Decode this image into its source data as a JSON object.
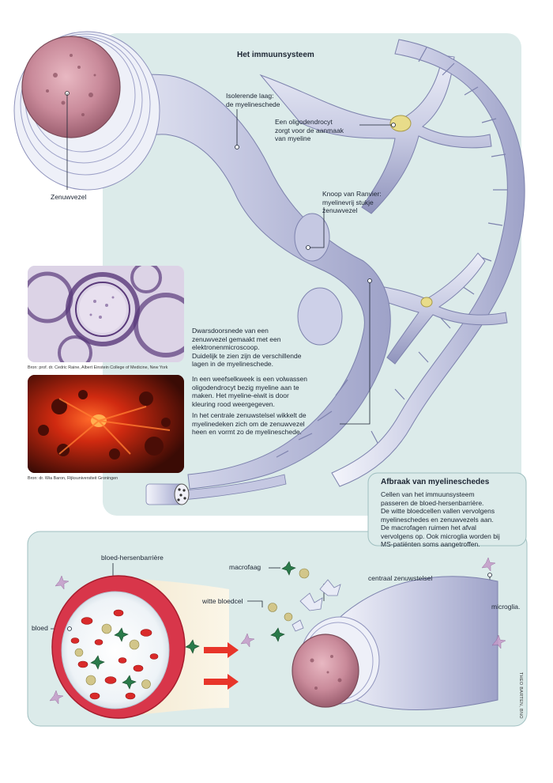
{
  "title": "Het immuunsysteem",
  "labels": {
    "myelin_layer": "Isolerende laag:\nde myelineschede",
    "oligodendrocyte": "Een oligodendrocyt\nzorgt voor de aanmaak\nvan myeline",
    "ranvier_node": "Knoop van Ranvier:\nmyelinevrij stukje\nzenuwvezel",
    "nerve_fiber": "Zenuwvezel",
    "cross_section": "Dwarsdoorsnede van een\nzenuwvezel gemaakt met een\nelektronenmicroscoop.\nDuidelijk te zien zijn de verschillende\nlagen in de myelineschede.",
    "tissue_culture": "In een weefselkweek is een volwassen\noligodendrocyt bezig myeline aan te\nmaken. Het myeline-eiwit is door\nkleuring rood weergegeven.",
    "cns_wrapping": "In het centrale zenuwstelsel wikkelt de\nmyelinedeken zich om de zenuwvezel\nheen en vormt zo de myelineschede."
  },
  "credits": {
    "em_photo": "Bron: prof. dr. Cedric Raine, Albert Einstein College of Medicine, New York",
    "culture_photo": "Bron: dr. Wia Baron, Rijksuniversiteit Groningen"
  },
  "breakdown": {
    "title": "Afbraak van myelineschedes",
    "text": "Cellen van het immuunsysteem\npasseren de bloed-hersenbarrière.\nDe witte bloedcellen vallen vervolgens\nmyelineschedes en zenuwvezels aan.\nDe macrofagen ruimen het afval\nvervolgens op. Ook microglia worden bij\nMS-patiënten soms aangetroffen.",
    "labels": {
      "bbb": "bloed-hersenbarrière",
      "macrophage": "macrofaag",
      "cns": "centraal zenuwstelsel",
      "white_cell": "witte bloedcel",
      "microglia": "microglia.",
      "blood": "bloed"
    }
  },
  "signature": "THEO BARTEN, BNO",
  "colors": {
    "background_panel": "#dcebea",
    "axon": "#c98a9a",
    "myelin": "#cdd0e6",
    "cell_nucleus": "#e8dc8a",
    "red_blood_cell": "#d92a2a",
    "vessel_wall": "#d8364a",
    "culture_stain": "#ff3a1a"
  }
}
